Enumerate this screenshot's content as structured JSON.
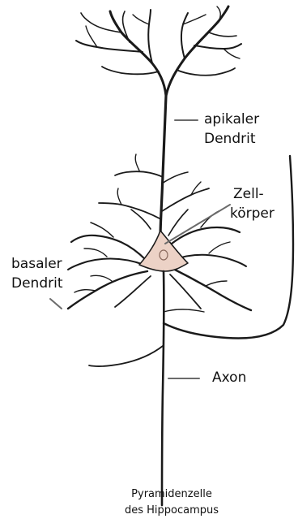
{
  "labels": {
    "apical_line1": "apikaler",
    "apical_line2": "Dendrit",
    "soma_line1": "Zell-",
    "soma_line2": "körper",
    "basal_line1": "basaler",
    "basal_line2": "Dendrit",
    "axon": "Axon"
  },
  "caption": {
    "line1": "Pyramidenzelle",
    "line2": "des Hippocampus"
  },
  "colors": {
    "neuron_stroke": "#1a1a1a",
    "soma_fill": "#ecd2c6",
    "pointer": "#6b6b6b"
  }
}
